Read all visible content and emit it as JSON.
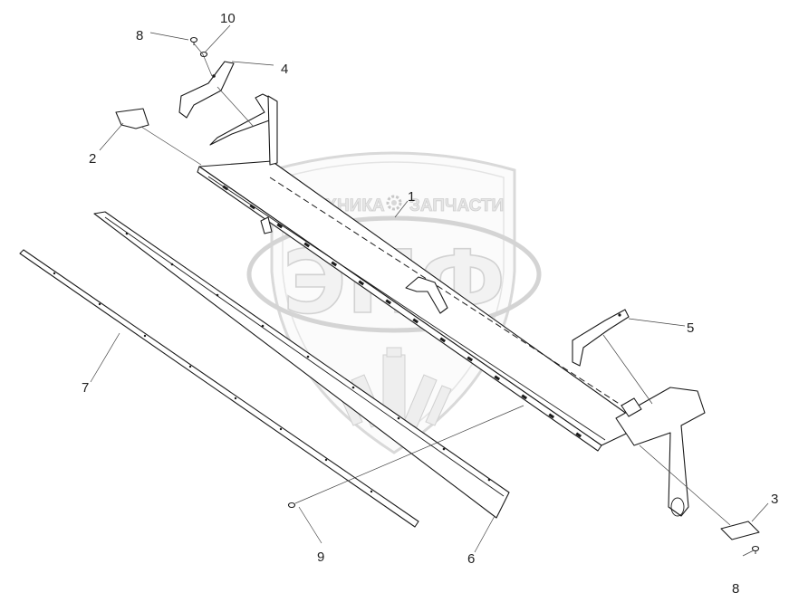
{
  "watermark": {
    "top_left": "ТЕХНИКА",
    "top_right": "ЗАПЧАСТИ",
    "logo": "ЭПФ"
  },
  "callouts": {
    "c1": "1",
    "c2": "2",
    "c3": "3",
    "c4": "4",
    "c5": "5",
    "c6": "6",
    "c7": "7",
    "c8a": "8",
    "c8b": "8",
    "c9": "9",
    "c10": "10"
  }
}
